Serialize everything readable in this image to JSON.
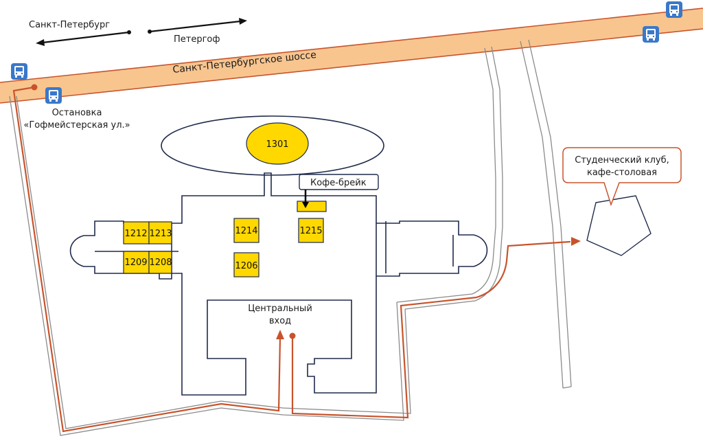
{
  "directions": {
    "left_city": "Санкт-Петербург",
    "right_city": "Петергоф"
  },
  "road": {
    "name": "Санкт-Петербургское шоссе",
    "color": "#f8c58f"
  },
  "bus_stop": {
    "line1": "Остановка",
    "line2": "«Гофмейстерская ул.»",
    "icon": "bus-stop-icon"
  },
  "building": {
    "rooms": [
      "1301",
      "1212",
      "1213",
      "1214",
      "1215",
      "1209",
      "1208",
      "1206"
    ],
    "room_color": "#ffd800",
    "outline_color": "#1f2a4a"
  },
  "coffee_break": {
    "label": "Кофе-брейк"
  },
  "entrance": {
    "line1": "Центральный",
    "line2": "вход"
  },
  "club": {
    "line1": "Студенческий клуб,",
    "line2": "кафе-столовая"
  },
  "route_color": "#c8532b"
}
